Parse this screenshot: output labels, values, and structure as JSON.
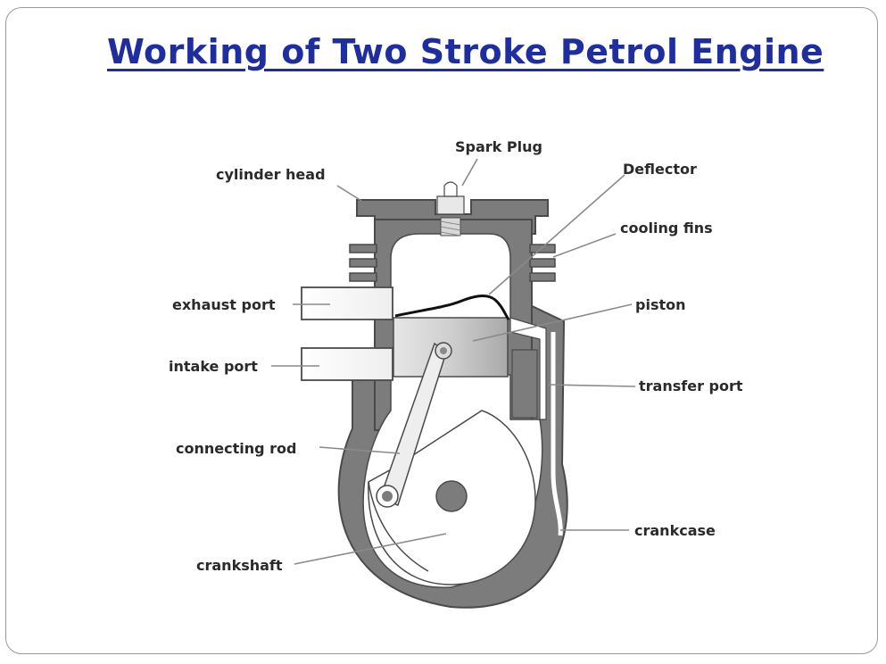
{
  "title": "Working of Two Stroke Petrol Engine",
  "labels": {
    "spark_plug": "Spark Plug",
    "cylinder_head": "cylinder head",
    "deflector": "Deflector",
    "cooling_fins": "cooling fins",
    "exhaust_port": "exhaust port",
    "piston": "piston",
    "intake_port": "intake port",
    "transfer_port": "transfer port",
    "connecting_rod": "connecting rod",
    "crankcase": "crankcase",
    "crankshaft": "crankshaft"
  },
  "colors": {
    "title": "#1f2e9e",
    "engine_body": "#7c7c7c",
    "engine_outline": "#4a4a4a",
    "piston_fill": "#c8c8c8",
    "leader_line": "#8a8a8a"
  }
}
